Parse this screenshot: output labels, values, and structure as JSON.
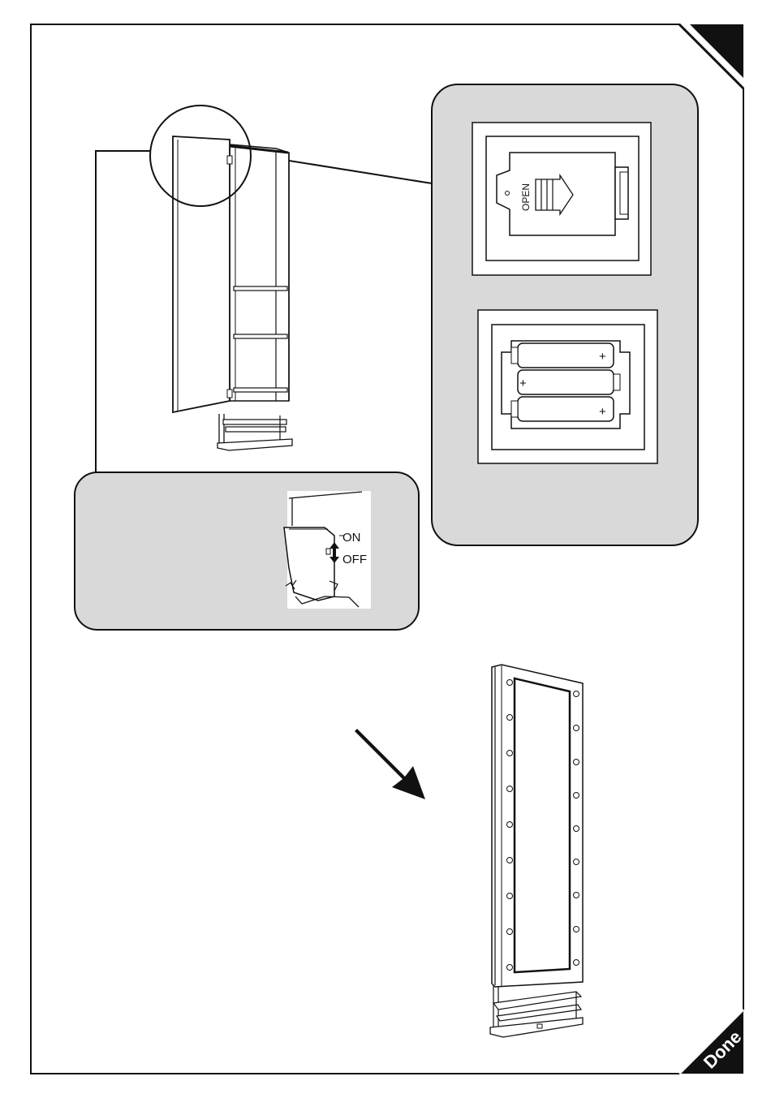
{
  "corner_badge": {
    "label": "Done"
  },
  "battery_cover": {
    "open_label": "OPEN"
  },
  "battery_tray": {
    "plus_symbol": "+"
  },
  "power_switch": {
    "on_label": "ON",
    "off_label": "OFF"
  },
  "colors": {
    "panel_fill": "#d9d9d9",
    "line": "#111111",
    "badge": "#111111"
  }
}
